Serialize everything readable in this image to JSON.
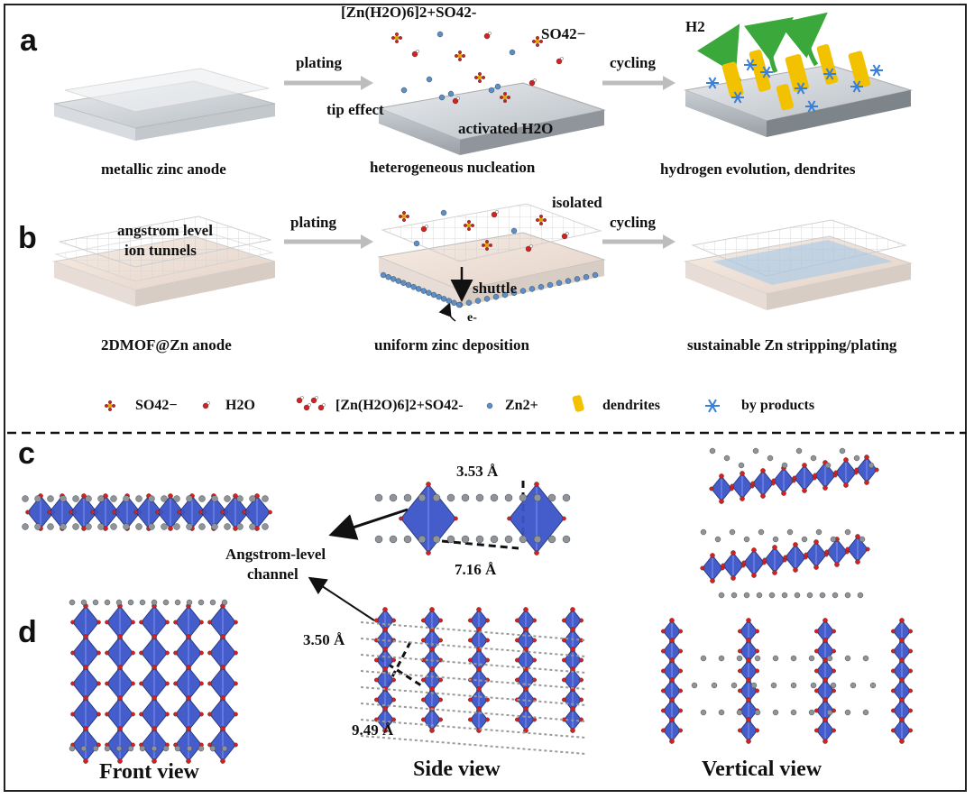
{
  "panels": {
    "a": "a",
    "b": "b",
    "c": "c",
    "d": "d"
  },
  "row_a": {
    "anode_label": "metallic zinc anode",
    "arrow1": "plating",
    "complex_label": "[Zn(H2O)6]2+SO42-",
    "so4_label": "SO42−",
    "tip_effect": "tip effect",
    "activated_h2o": "activated  H2O",
    "nucleation_label": "heterogeneous nucleation",
    "arrow2": "cycling",
    "h2_label": "H2",
    "result_label": "hydrogen evolution, dendrites"
  },
  "row_b": {
    "tunnel_label_1": "angstrom level",
    "tunnel_label_2": "ion tunnels",
    "anode_label": "2DMOF@Zn anode",
    "arrow1": "plating",
    "isolated": "isolated",
    "shuttle": "shuttle",
    "electron": "e-",
    "deposition_label": "uniform zinc deposition",
    "arrow2": "cycling",
    "result_label": "sustainable Zn stripping/plating"
  },
  "legend": {
    "so4": "SO42−",
    "h2o": "H2O",
    "complex": "[Zn(H2O)6]2+SO42-",
    "zn": "Zn2+",
    "dendrites": "dendrites",
    "byproducts": "by products"
  },
  "structure": {
    "dist1": "3.53 Å",
    "dist2": "7.16 Å",
    "dist3": "3.50 Å",
    "dist4": "9.49 Å",
    "channel_1": "Angstrom-level",
    "channel_2": "channel"
  },
  "views": {
    "front": "Front view",
    "side": "Side view",
    "vertical": "Vertical view"
  },
  "colors": {
    "octahedron": "#3a55c8",
    "oxygen": "#d62020",
    "carbon": "#8e9499",
    "dendrite": "#f2c200",
    "byproduct": "#3a7fd8",
    "hydrogen_arrow": "#3aa83a"
  }
}
